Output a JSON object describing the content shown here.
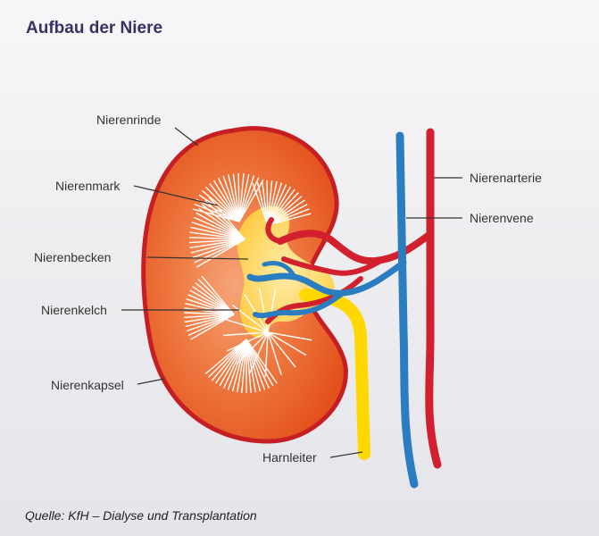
{
  "title": "Aufbau der Niere",
  "source": "Quelle: KfH – Dialyse und Transplantation",
  "labels": {
    "nierenrinde": "Nierenrinde",
    "nierenmark": "Nierenmark",
    "nierenbecken": "Nierenbecken",
    "nierenkelch": "Nierenkelch",
    "nierenkapsel": "Nierenkapsel",
    "harnleiter": "Harnleiter",
    "nierenarterie": "Nierenarterie",
    "nierenvene": "Nierenvene"
  },
  "colors": {
    "title": "#3b2f63",
    "capsule": "#c51f24",
    "cortex": "#e7541e",
    "medulla": "#f4a072",
    "pyramid": "#ffffff",
    "pelvis": "#ffd24a",
    "ureter": "#ffd800",
    "artery": "#d2202f",
    "vein": "#2a7dc0"
  }
}
